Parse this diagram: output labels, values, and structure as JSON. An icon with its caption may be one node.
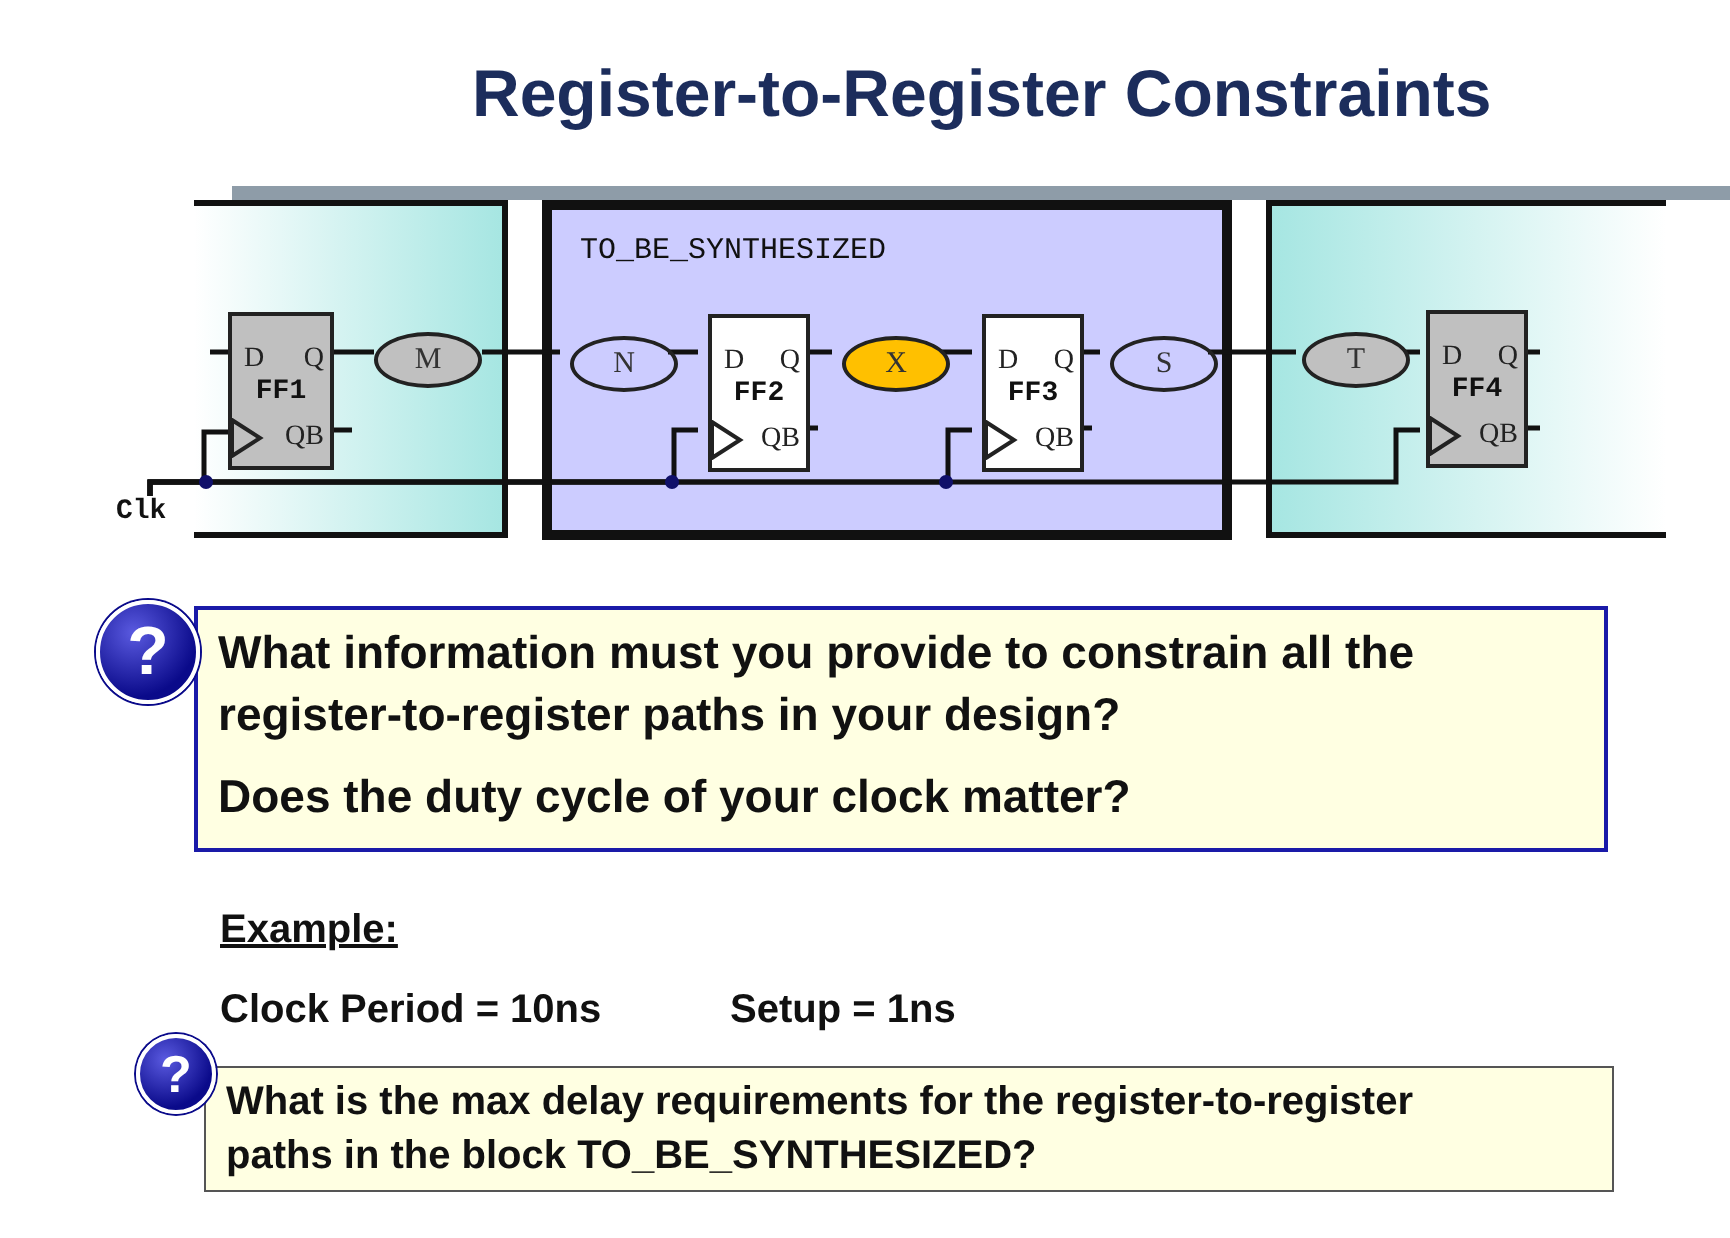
{
  "diagram": {
    "title": "Register-to-Register Constraints",
    "nodes": [
      {
        "text": [],
        "shape": "box"
      },
      {
        "text": [
          "D",
          "Q",
          "FF1",
          "QB"
        ],
        "in": 0
      },
      {
        "text": [
          "M"
        ],
        "in": 0
      },
      {
        "text": [
          "TO_BE_SYNTHESIZED"
        ]
      },
      {
        "text": [
          "N"
        ],
        "in": 3
      },
      {
        "text": [
          "D",
          "Q",
          "FF2",
          "QB"
        ],
        "in": 3
      },
      {
        "text": [
          "X"
        ],
        "in": 3
      },
      {
        "text": [
          "D",
          "Q",
          "FF3",
          "QB"
        ],
        "in": 3
      },
      {
        "text": [
          "S"
        ],
        "in": 3
      },
      {
        "text": [],
        "shape": "box"
      },
      {
        "text": [
          "T"
        ],
        "in": 9
      },
      {
        "text": [
          "D",
          "Q",
          "FF4",
          "QB"
        ],
        "in": 9
      },
      {
        "text": [
          "Clk"
        ]
      },
      {
        "text": [
          "?"
        ]
      },
      {
        "text": [
          "What information must you provide to constrain all the register-to-register paths in your design?",
          "Does the duty cycle of your clock matter?"
        ]
      },
      {
        "text": [
          "?"
        ]
      },
      {
        "text": [
          "What is the max delay requirements for the register-to-register paths in the block TO_BE_SYNTHESIZED?"
        ]
      }
    ],
    "edges": [
      {
        "from": 1,
        "to": 2,
        "arrow": "none"
      },
      {
        "from": 2,
        "to": 4,
        "arrow": "none"
      },
      {
        "from": 4,
        "to": 5,
        "arrow": "none"
      },
      {
        "from": 5,
        "to": 6,
        "arrow": "none"
      },
      {
        "from": 6,
        "to": 7,
        "arrow": "none"
      },
      {
        "from": 7,
        "to": 8,
        "arrow": "none"
      },
      {
        "from": 8,
        "to": 10,
        "arrow": "none"
      },
      {
        "from": 10,
        "to": 11,
        "arrow": "none"
      },
      {
        "from": null,
        "to": 1,
        "arrow": "none"
      },
      {
        "from": 1,
        "to": null,
        "arrow": "none"
      },
      {
        "from": 5,
        "to": null,
        "arrow": "none"
      },
      {
        "from": 7,
        "to": null,
        "arrow": "none"
      },
      {
        "from": 11,
        "to": null,
        "arrow": "none"
      },
      {
        "from": 11,
        "to": null,
        "arrow": "none"
      },
      {
        "from": 12,
        "to": 1,
        "arrow": "none"
      },
      {
        "from": 12,
        "to": 5,
        "arrow": "none"
      },
      {
        "from": 12,
        "to": 7,
        "arrow": "none"
      },
      {
        "from": 12,
        "to": 11,
        "arrow": "none"
      }
    ],
    "labels": [
      "Example:",
      "Clock Period = 10ns",
      "Setup = 1ns"
    ]
  }
}
